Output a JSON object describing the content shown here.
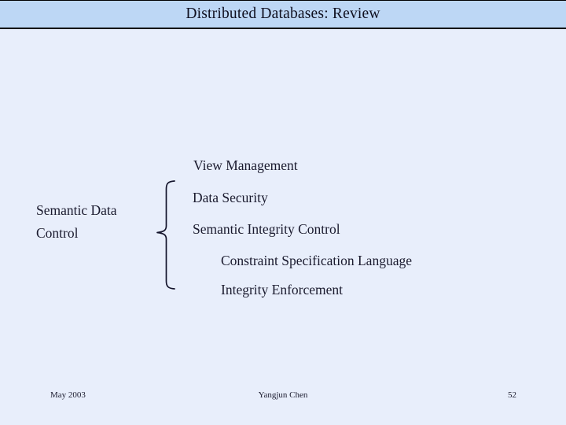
{
  "slide": {
    "title": "Distributed Databases: Review",
    "background_color": "#e8eefb",
    "title_bar_color": "#bdd7f5",
    "text_color": "#1a1a2e"
  },
  "diagram": {
    "root_label": "Semantic Data Control",
    "brace_icon": "curly-brace-icon",
    "branches": [
      {
        "label": "View Management",
        "level": 0
      },
      {
        "label": "Data Security",
        "level": 0
      },
      {
        "label": "Semantic Integrity Control",
        "level": 0
      },
      {
        "label": "Constraint Specification Language",
        "level": 1
      },
      {
        "label": "Integrity Enforcement",
        "level": 1
      }
    ]
  },
  "footer": {
    "date": "May 2003",
    "author": "Yangjun Chen",
    "page_number": "52"
  }
}
